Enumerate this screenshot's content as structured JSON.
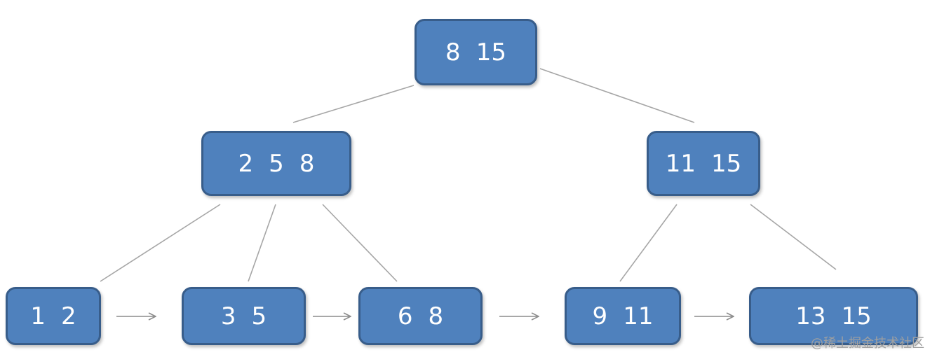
{
  "diagram": {
    "nodes": [
      {
        "id": "root",
        "keys": [
          "8",
          "15"
        ]
      },
      {
        "id": "internal-left",
        "keys": [
          "2",
          "5",
          "8"
        ]
      },
      {
        "id": "internal-right",
        "keys": [
          "11",
          "15"
        ]
      },
      {
        "id": "leaf-1",
        "keys": [
          "1",
          "2"
        ]
      },
      {
        "id": "leaf-2",
        "keys": [
          "3",
          "5"
        ]
      },
      {
        "id": "leaf-3",
        "keys": [
          "6",
          "8"
        ]
      },
      {
        "id": "leaf-4",
        "keys": [
          "9",
          "11"
        ]
      },
      {
        "id": "leaf-5",
        "keys": [
          "13",
          "15"
        ]
      }
    ],
    "edges": [
      {
        "from": "root",
        "to": "internal-left"
      },
      {
        "from": "root",
        "to": "internal-right"
      },
      {
        "from": "internal-left",
        "to": "leaf-1"
      },
      {
        "from": "internal-left",
        "to": "leaf-2"
      },
      {
        "from": "internal-left",
        "to": "leaf-3"
      },
      {
        "from": "internal-right",
        "to": "leaf-4"
      },
      {
        "from": "internal-right",
        "to": "leaf-5"
      }
    ],
    "leaf_links": [
      {
        "from": "leaf-1",
        "to": "leaf-2"
      },
      {
        "from": "leaf-2",
        "to": "leaf-3"
      },
      {
        "from": "leaf-3",
        "to": "leaf-4"
      },
      {
        "from": "leaf-4",
        "to": "leaf-5"
      }
    ],
    "colors": {
      "node_fill": "#4f81bd",
      "node_border": "#385d8a",
      "node_text": "#ffffff",
      "edge": "#a6a6a6",
      "watermark": "#a0a0a0"
    }
  },
  "watermark": "@稀土掘金技术社区"
}
